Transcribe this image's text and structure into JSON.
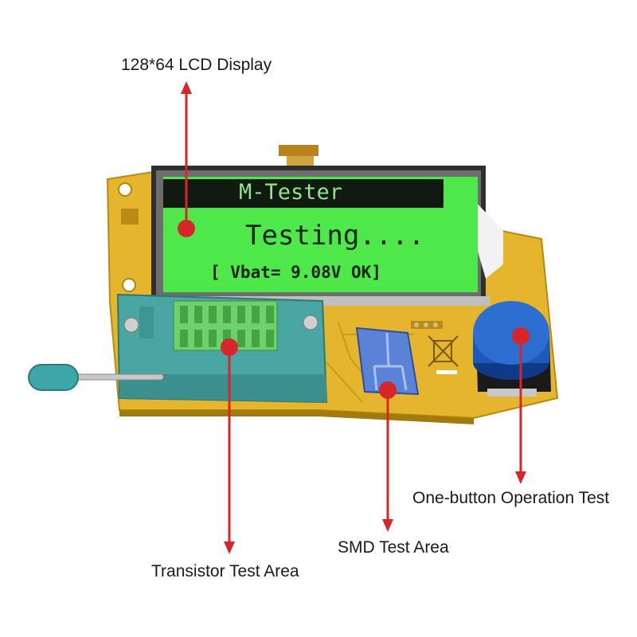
{
  "callouts": {
    "lcd": "128*64 LCD Display",
    "button": "One-button Operation Test",
    "smd": "SMD Test Area",
    "transistor": "Transistor Test Area"
  },
  "lcd_screen": {
    "title": "M-Tester",
    "status": "Testing....",
    "battery": "[ Vbat= 9.08V OK]"
  },
  "colors": {
    "pcb": "#e3b62c",
    "lcd_green": "#4fe84a",
    "socket": "#4aa6a3",
    "button": "#1e58b8",
    "pointer": "#d7262a"
  }
}
